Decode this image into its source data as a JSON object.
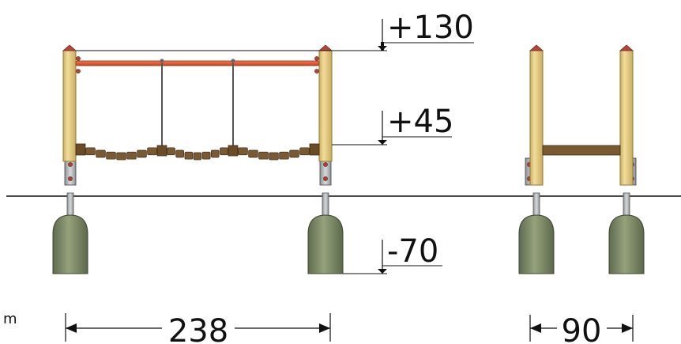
{
  "dimensions": {
    "height_top": "+130",
    "height_mid": "+45",
    "depth": "-70",
    "width_front": "238",
    "width_side": "90",
    "unit_mark": "m"
  },
  "colors": {
    "post": "#e6cf86",
    "post_edge": "#8f7a3a",
    "beam": "#e0552e",
    "plank": "#7a5a32",
    "footing": "#7f8c68",
    "steel": "#b9bcc0",
    "line": "#111111"
  }
}
